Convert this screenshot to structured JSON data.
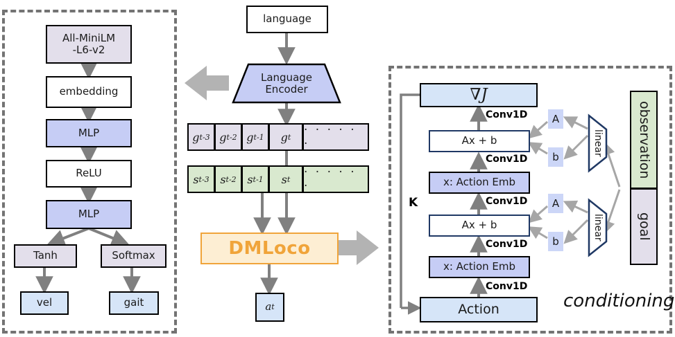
{
  "figure": {
    "title": "DMLoco language-conditioned locomotion architecture"
  },
  "left_panel": {
    "name": "language-goal-decoder",
    "nodes": [
      {
        "id": "all-minilm",
        "label": "All-MiniLM\n-L6-v2",
        "color": "#e3dfeb"
      },
      {
        "id": "embedding",
        "label": "embedding",
        "color": "#ffffff"
      },
      {
        "id": "mlp1",
        "label": "MLP",
        "color": "#c6cdf5"
      },
      {
        "id": "relu",
        "label": "ReLU",
        "color": "#ffffff"
      },
      {
        "id": "mlp2",
        "label": "MLP",
        "color": "#c6cdf5"
      },
      {
        "id": "tanh",
        "label": "Tanh",
        "color": "#e3dfeb"
      },
      {
        "id": "softmax",
        "label": "Softmax",
        "color": "#e3dfeb"
      },
      {
        "id": "vel",
        "label": "vel",
        "color": "#d6e5f8"
      },
      {
        "id": "gait",
        "label": "gait",
        "color": "#d6e5f8"
      }
    ],
    "line1": "All-MiniLM",
    "line2": "-L6-v2",
    "embedding": "embedding",
    "mlp1": "MLP",
    "relu": "ReLU",
    "mlp2": "MLP",
    "tanh": "Tanh",
    "softmax": "Softmax",
    "vel": "vel",
    "gait": "gait"
  },
  "middle_panel": {
    "language_box": "language",
    "encoder_line1": "Language",
    "encoder_line2": "Encoder",
    "goal_sequence": {
      "symbol": "g",
      "cells": [
        "g t-3",
        "g t-2",
        "g t-1",
        "g t"
      ],
      "cell_bases": [
        "g",
        "g",
        "g",
        "g"
      ],
      "cell_subs": [
        "t-3",
        "t-2",
        "t-1",
        "t"
      ],
      "ellipsis": "· · · · · ·",
      "color": "#e3dfeb"
    },
    "state_sequence": {
      "symbol": "s",
      "cells": [
        "s t-3",
        "s t-2",
        "s t-1",
        "s t"
      ],
      "cell_bases": [
        "s",
        "s",
        "s",
        "s"
      ],
      "cell_subs": [
        "t-3",
        "t-2",
        "t-1",
        "t"
      ],
      "ellipsis": "· · · · · ·",
      "color": "#d9e9cf"
    },
    "dmloco_label": "DMLoco",
    "dmloco_color": "#f0a43a",
    "action_out_base": "a",
    "action_out_sub": "t"
  },
  "right_panel": {
    "caption": "conditioning",
    "loop_label": "K",
    "stack": [
      {
        "id": "grad-j",
        "label": "∇J",
        "color": "#d6e5f8"
      },
      {
        "id": "affine-2",
        "label": "Ax + b",
        "color": "#ffffff"
      },
      {
        "id": "action-emb-2",
        "label": "x: Action Emb",
        "color": "#c6cdf5"
      },
      {
        "id": "affine-1",
        "label": "Ax + b",
        "color": "#ffffff"
      },
      {
        "id": "action-emb-1",
        "label": "x: Action Emb",
        "color": "#c6cdf5"
      },
      {
        "id": "action",
        "label": "Action",
        "color": "#d6e5f8"
      }
    ],
    "grad_j": "∇J",
    "affine": "Ax + b",
    "action_emb": "x: Action Emb",
    "action": "Action",
    "conv_label": "Conv1D",
    "conv_labels": [
      "Conv1D",
      "Conv1D",
      "Conv1D",
      "Conv1D",
      "Conv1D"
    ],
    "film_top": {
      "a": "A",
      "b": "b",
      "linear": "linear"
    },
    "film_bottom": {
      "a": "A",
      "b": "b",
      "linear": "linear"
    },
    "observation": "observation",
    "goal": "goal",
    "observation_color": "#d9e9cf",
    "goal_color": "#e3dfeb"
  },
  "palette": {
    "arrow_gray": "#808080",
    "thin_arrow_gray": "#a6a6a6",
    "big_arrow_gray": "#b3b3b3",
    "dash_border": "#737373",
    "navy": "#1f3864",
    "orange": "#f0a43a",
    "orange_fill": "#fdeed3"
  }
}
